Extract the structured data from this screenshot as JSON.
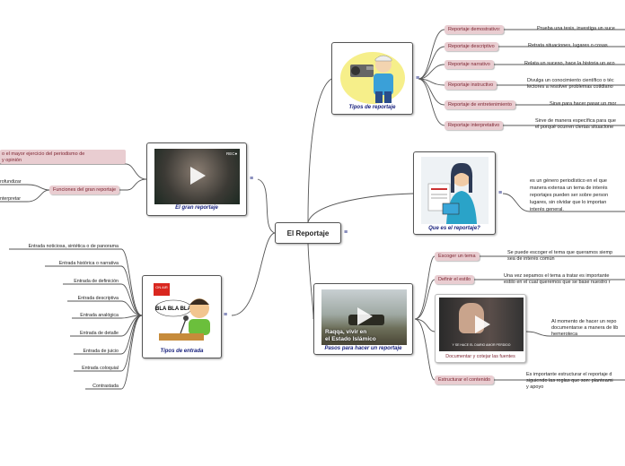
{
  "center": "El Reportaje",
  "branches": {
    "tipos_reportaje": {
      "caption": "Tipos de reportaje",
      "items": [
        {
          "label": "Reportaje demostrativo:",
          "text": "Prueba una tesis, investiga un suce"
        },
        {
          "label": "Reportaje descriptivo",
          "text": "Retrata situaciones, lugares o cosas"
        },
        {
          "label": "Reportaje narrativo",
          "text": "Relata un suceso, hace la historia un aco"
        },
        {
          "label": "Reportaje instructivo",
          "text": "Divulga un conocimiento científico o téc\nlectores a resolver problemas cotidiano"
        },
        {
          "label": "Reportaje de entretenimiento",
          "text": "Sirve para hacer pasar un mor"
        },
        {
          "label": "Reportaje interpretativo",
          "text": "Sirve de manera específica para que\nel porqué ocurren ciertas situacione"
        }
      ]
    },
    "que_es": {
      "caption": "Que es el reportaje?",
      "text": "es un género periodístico en el que\nmanera extensa un tema de interés\nreportajes pueden ser sobre person\nlugares, sin olvidar que lo importan\ninterés general."
    },
    "pasos": {
      "caption": "Pasos para hacer un reportaje",
      "video_title": "Raqqa, vivir en\nel Estado Islámico",
      "items": [
        {
          "label": "Escoger un tema",
          "text": "Se puede escoger el tema que queramos siemp\nsea de interés común"
        },
        {
          "label": "Definir el estilo",
          "text": "Una vez sepamos el tema a tratar es importante\nestilo en el cual queremos que se base nuestro r"
        },
        {
          "label": "Documentar y cotejar las fuentes",
          "text": "Al momento de hacer un repo\ndocumentarse a manera de lib\nhemeroteca",
          "subtitle": "Y SE HACE EL DIARIO AMOR PERDIDO"
        },
        {
          "label": "Estructurar el contenido",
          "text": "Es importante estructurar el reportaje d\nsiguiendo las reglas que son: planteami\ny apoyo"
        }
      ]
    },
    "gran_reportaje": {
      "caption": "El gran reportaje",
      "rec": "REC●",
      "items": [
        {
          "label": "",
          "text": "o el mayor ejercicio del periodismo de\ny opinión"
        },
        {
          "label": "Funciones del gran reportaje",
          "text": ""
        }
      ],
      "sub_items": [
        "rofundizar",
        "nterpretar"
      ]
    },
    "tipos_entrada": {
      "caption": "Tipos de entrada",
      "bubble": "BLA BLA BLA",
      "sign": "ON AIR",
      "items": [
        "Entrada noticiosa, sintética o de panorama",
        "Entrada histórica o narrativa",
        "Entrada de definición",
        "Entrada descriptiva",
        "Entrada analógica",
        "Entrada de detalle",
        "Entrada de juicio",
        "Entrada coloquial",
        "Contrastada"
      ]
    }
  },
  "icons": {
    "grip": "≡"
  },
  "colors": {
    "pill_bg": "#e9cdd1",
    "pill_text": "#7a1f2c",
    "caption": "#1a237e",
    "line": "#555555"
  }
}
